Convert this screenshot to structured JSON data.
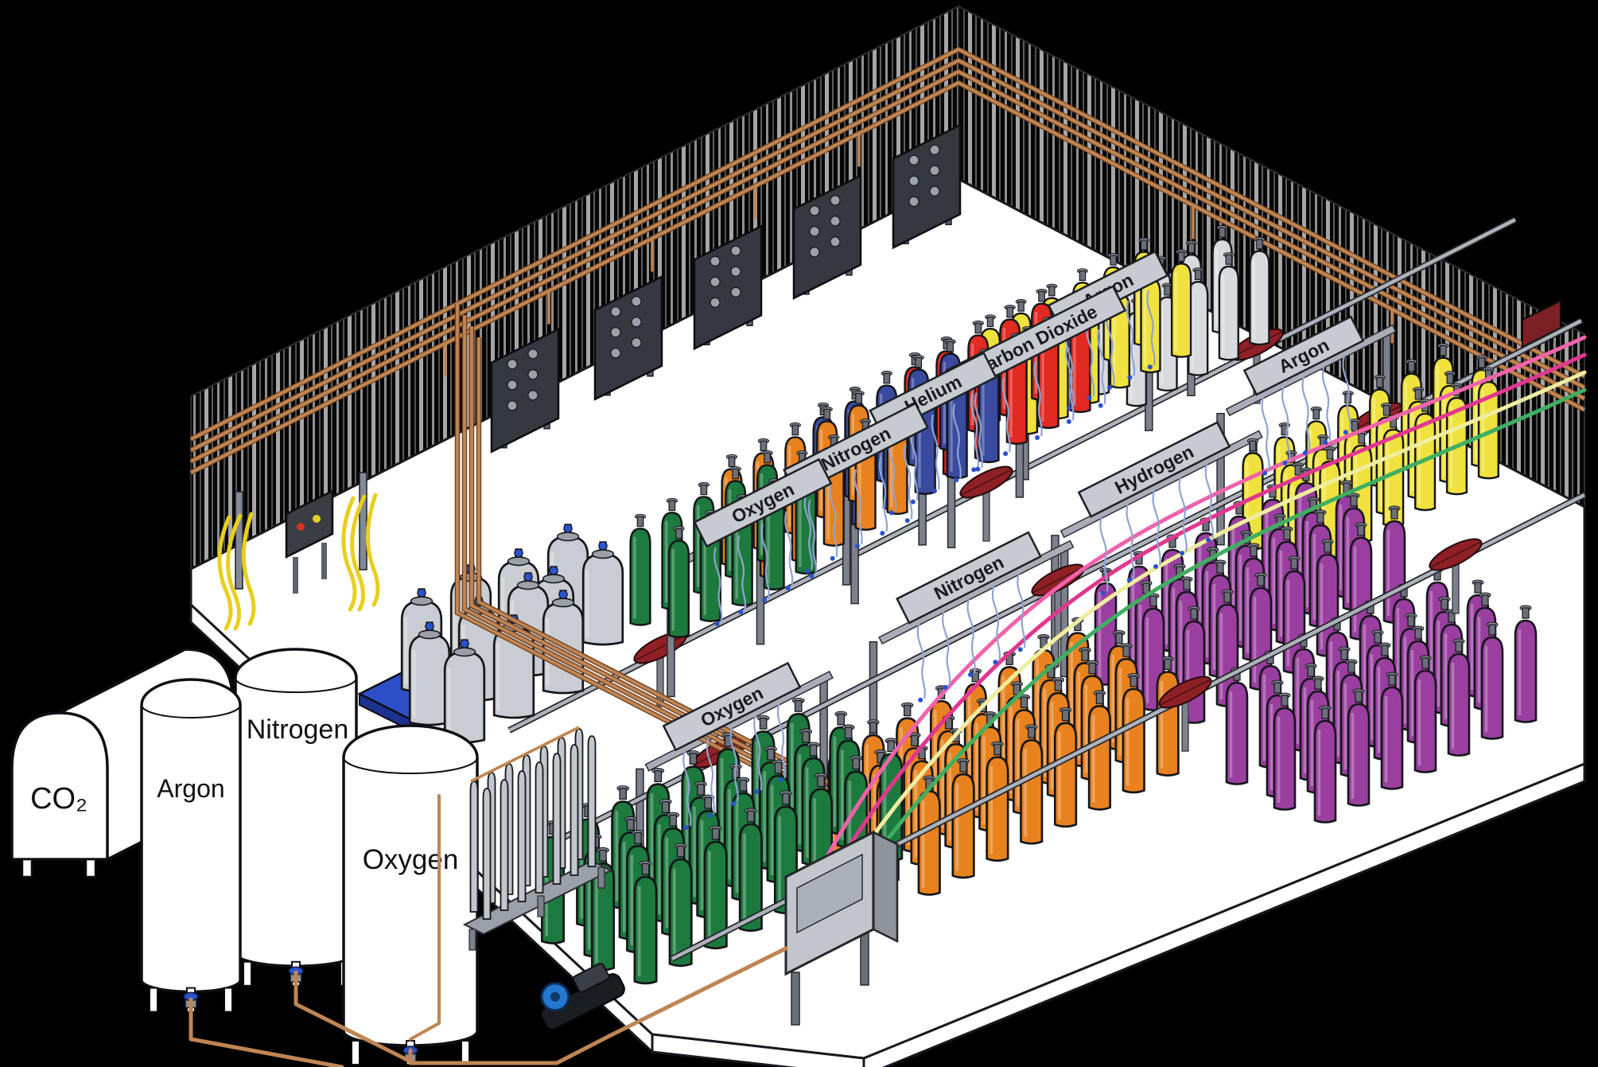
{
  "figure": {
    "title": "Gas cylinder filling plant - isometric cutaway illustration"
  },
  "colors": {
    "background": "#000000",
    "floor": "#ffffff",
    "outline": "#17191d",
    "wall_stripe_light": "#a6a6a6",
    "wall_stripe_mid": "#8f8f8f",
    "wall_stripe_dim": "#4f4f4f",
    "copper_pipe": "#c08552",
    "copper_dark": "#6e4220",
    "rail_grey": "#aeb2ba",
    "beam_grey": "#a9adb6",
    "post_grey": "#7c818b",
    "banner_grey": "#c7cad0",
    "panel_dark": "#35383f",
    "trolley_red": "#8e2026",
    "hose_blue": "#8fa3d2",
    "regulator_blue": "#2a52cc",
    "tank_white": "#ffffff",
    "dewar_grey": "#c9ccd2",
    "tube_grey": "#c2c5cb",
    "platform_blue": "#2d50c8",
    "cabinet_grey": "#c2c5cb",
    "cabinet_side": "#8f939b",
    "pump_blue": "#2577cf",
    "hose_station_yellow": "#e8cf1f",
    "cyl_green": "#1d7a3e",
    "cyl_orange": "#e8821f",
    "cyl_blue": "#3a4a9e",
    "cyl_red": "#e02a22",
    "cyl_yellow": "#f0e23e",
    "cyl_purple": "#9a3fa0",
    "cyl_pale": "#d8dade",
    "hose_pink": "#f063ab",
    "hose_magenta": "#e0378f",
    "hose_yellow": "#efeda0",
    "hose_green": "#3fae61"
  },
  "bulk_tanks": {
    "co2": "CO₂",
    "argon": "Argon",
    "nitrogen": "Nitrogen",
    "oxygen": "Oxygen"
  },
  "station_banners": [
    {
      "id": "argon-top",
      "label": "Argon"
    },
    {
      "id": "carbon-dioxide",
      "label": "Carbon Dioxide"
    },
    {
      "id": "helium",
      "label": "Helium"
    },
    {
      "id": "nitrogen-upper",
      "label": "Nitrogen"
    },
    {
      "id": "oxygen-upper",
      "label": "Oxygen"
    },
    {
      "id": "argon-right",
      "label": "Argon"
    },
    {
      "id": "hydrogen",
      "label": "Hydrogen"
    },
    {
      "id": "nitrogen-mid",
      "label": "Nitrogen"
    },
    {
      "id": "oxygen-lower",
      "label": "Oxygen"
    }
  ],
  "cylinder_groups": [
    {
      "id": "pale-back",
      "color_key": "cyl_pale",
      "rows": 2,
      "cols": 5
    },
    {
      "id": "yellow-back",
      "color_key": "cyl_yellow",
      "rows": 2,
      "cols": 6
    },
    {
      "id": "red-back",
      "color_key": "cyl_red",
      "rows": 2,
      "cols": 5
    },
    {
      "id": "blue-back",
      "color_key": "cyl_blue",
      "rows": 2,
      "cols": 5
    },
    {
      "id": "orange-back",
      "color_key": "cyl_orange",
      "rows": 2,
      "cols": 5
    },
    {
      "id": "green-back",
      "color_key": "cyl_green",
      "rows": 2,
      "cols": 5
    },
    {
      "id": "yellow-right",
      "color_key": "cyl_yellow",
      "rows": 3,
      "cols": 7
    },
    {
      "id": "purple-center",
      "color_key": "cyl_purple",
      "rows": 4,
      "cols": 7
    },
    {
      "id": "purple-right",
      "color_key": "cyl_purple",
      "rows": 4,
      "cols": 7
    },
    {
      "id": "orange-front",
      "color_key": "cyl_orange",
      "rows": 4,
      "cols": 8
    },
    {
      "id": "green-front",
      "color_key": "cyl_green",
      "rows": 4,
      "cols": 8
    }
  ]
}
